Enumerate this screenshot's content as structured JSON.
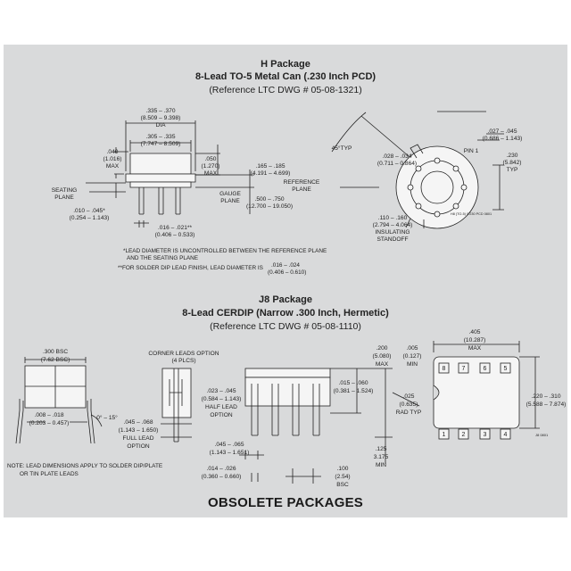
{
  "h_package": {
    "title": "H Package",
    "subtitle": "8-Lead TO-5 Metal Can (.230 Inch PCD)",
    "reference": "(Reference LTC DWG # 05-08-1321)",
    "dims": {
      "dia_in": ".335 – .370",
      "dia_mm": "(8.509 – 9.398)",
      "dia_lbl": "DIA",
      "d305_in": ".305 – .335",
      "d305_mm": "(7.747 – 8.509)",
      "d040_in": ".040",
      "d040_mm": "(1.016)",
      "d040_max": "MAX",
      "d050_in": ".050",
      "d050_mm": "(1.270)",
      "d050_max": "MAX",
      "d165_in": ".165 – .185",
      "d165_mm": "(4.191 – 4.699)",
      "ref_plane_1": "REFERENCE",
      "ref_plane_2": "PLANE",
      "seating_1": "SEATING",
      "seating_2": "PLANE",
      "gauge_1": "GAUGE",
      "gauge_2": "PLANE",
      "d500_in": ".500 – .750",
      "d500_mm": "(12.700 – 19.050)",
      "d010_in": ".010 – .045*",
      "d010_mm": "(0.254 – 1.143)",
      "d016_in": ".016 – .021**",
      "d016_mm": "(0.406 – 0.533)",
      "note1": "*LEAD DIAMETER IS UNCONTROLLED BETWEEN THE REFERENCE PLANE",
      "note1b": "AND THE SEATING PLANE",
      "note2": "**FOR SOLDER DIP LEAD FINISH, LEAD DIAMETER IS",
      "note2_in": ".016 – .024",
      "note2_mm": "(0.406 – 0.610)",
      "angle": "45°TYP",
      "d027_in": ".027 – .045",
      "d027_mm": "(0.686 – 1.143)",
      "pin1": "PIN 1",
      "d028_in": ".028 – .034",
      "d028_mm": "(0.711 – 0.864)",
      "d230_in": ".230",
      "d230_mm": "(5.842)",
      "d230_typ": "TYP",
      "d110_in": ".110 – .160",
      "d110_mm": "(2.794 – 4.064)",
      "insul_1": "INSULATING",
      "insul_2": "STANDOFF",
      "drawing_id": "H8 (TO-5) 0.230 PCD 0801"
    }
  },
  "j8_package": {
    "title": "J8 Package",
    "subtitle": "8-Lead CERDIP (Narrow .300 Inch, Hermetic)",
    "reference": "(Reference LTC DWG # 05-08-1110)",
    "dims": {
      "d300_in": ".300 BSC",
      "d300_mm": "(7.62 BSC)",
      "corner_1": "CORNER LEADS OPTION",
      "corner_2": "(4 PLCS)",
      "d008_in": ".008 – .018",
      "d008_mm": "(0.203 – 0.457)",
      "angle": "0° – 15°",
      "d045_in": ".045 – .068",
      "d045_mm": "(1.143 – 1.650)",
      "full_1": "FULL LEAD",
      "full_2": "OPTION",
      "d023_in": ".023 – .045",
      "d023_mm": "(0.584 – 1.143)",
      "half_1": "HALF LEAD",
      "half_2": "OPTION",
      "d015_in": ".015 – .060",
      "d015_mm": "(0.381 – 1.524)",
      "d200_in": ".200",
      "d200_mm": "(5.080)",
      "d200_max": "MAX",
      "d005_in": ".005",
      "d005_mm": "(0.127)",
      "d005_min": "MIN",
      "d405_in": ".405",
      "d405_mm": "(10.287)",
      "d405_max": "MAX",
      "d025_in": ".025",
      "d025_mm": "(0.635)",
      "d025_rad": "RAD TYP",
      "d220_in": ".220 – .310",
      "d220_mm": "(5.588 – 7.874)",
      "d045b_in": ".045 – .065",
      "d045b_mm": "(1.143 – 1.651)",
      "d125_in": ".125",
      "d125_mm": "3.175",
      "d125_min": "MIN",
      "d014_in": ".014 – .026",
      "d014_mm": "(0.360 – 0.660)",
      "d100_in": ".100",
      "d100_mm": "(2.54)",
      "d100_bsc": "BSC",
      "note_1": "NOTE: LEAD DIMENSIONS APPLY TO SOLDER DIP/PLATE",
      "note_2": "OR TIN PLATE LEADS",
      "pins_top": [
        "8",
        "7",
        "6",
        "5"
      ],
      "pins_bottom": [
        "1",
        "2",
        "3",
        "4"
      ],
      "drawing_id": "J8 0801"
    }
  },
  "footer": {
    "label": "OBSOLETE PACKAGES"
  }
}
